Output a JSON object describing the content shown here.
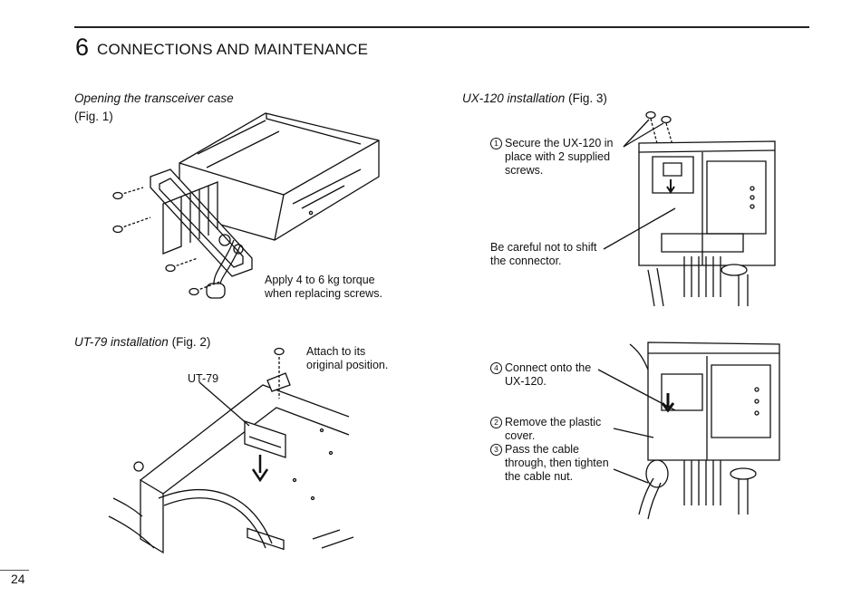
{
  "chapter": {
    "number": "6",
    "title": "CONNECTIONS AND MAINTENANCE"
  },
  "fig1": {
    "caption_italic": "Opening the transceiver case",
    "caption_ref": "(Fig. 1)",
    "note_line1": "Apply 4 to 6 kg torque",
    "note_line2": "when replacing screws."
  },
  "fig2": {
    "caption_italic": "UT-79 installation",
    "caption_ref": "(Fig. 2)",
    "part_label": "UT-79",
    "note_line1": "Attach to its",
    "note_line2": "original position."
  },
  "fig3": {
    "caption_italic": "UX-120 installation",
    "caption_ref": "(Fig. 3)",
    "step1_num": "1",
    "step1_text": "Secure the UX-120 in\nplace with 2 supplied\nscrews.",
    "caution_line1": "Be careful not to shift",
    "caution_line2": "the connector.",
    "step4_num": "4",
    "step4_text": "Connect onto the\nUX-120.",
    "step2_num": "2",
    "step2_text": "Remove the plastic\ncover.",
    "step3_num": "3",
    "step3_text": "Pass the cable\nthrough, then tighten\nthe cable nut."
  },
  "page_number": "24"
}
